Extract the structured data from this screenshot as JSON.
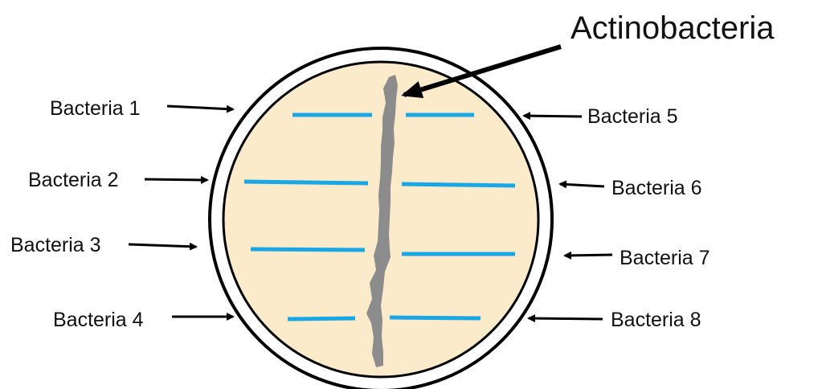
{
  "title": "Actinobacteria",
  "labels": {
    "b1": "Bacteria 1",
    "b2": "Bacteria 2",
    "b3": "Bacteria 3",
    "b4": "Bacteria 4",
    "b5": "Bacteria 5",
    "b6": "Bacteria 6",
    "b7": "Bacteria 7",
    "b8": "Bacteria 8"
  },
  "colors": {
    "plate_fill": "#FCEBCB",
    "streak": "#1AA7E6",
    "actino": "#8C8C8C",
    "outline": "#000000"
  }
}
